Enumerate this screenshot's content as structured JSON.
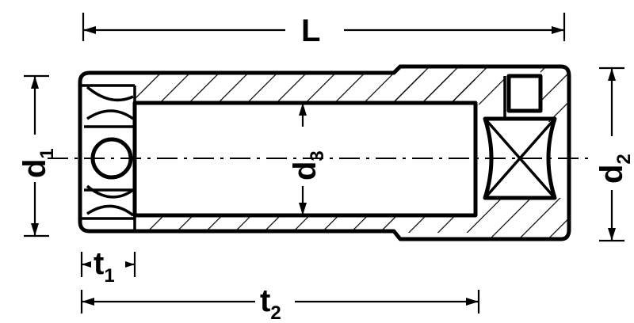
{
  "labels": {
    "L": "L",
    "d1_main": "d",
    "d1_sub": "1",
    "d2_main": "d",
    "d2_sub": "2",
    "d3_main": "d",
    "d3_sub": "3",
    "t1_main": "t",
    "t1_sub": "1",
    "t2_main": "t",
    "t2_sub": "2"
  },
  "colors": {
    "ink": "#000000",
    "paper": "#ffffff"
  }
}
